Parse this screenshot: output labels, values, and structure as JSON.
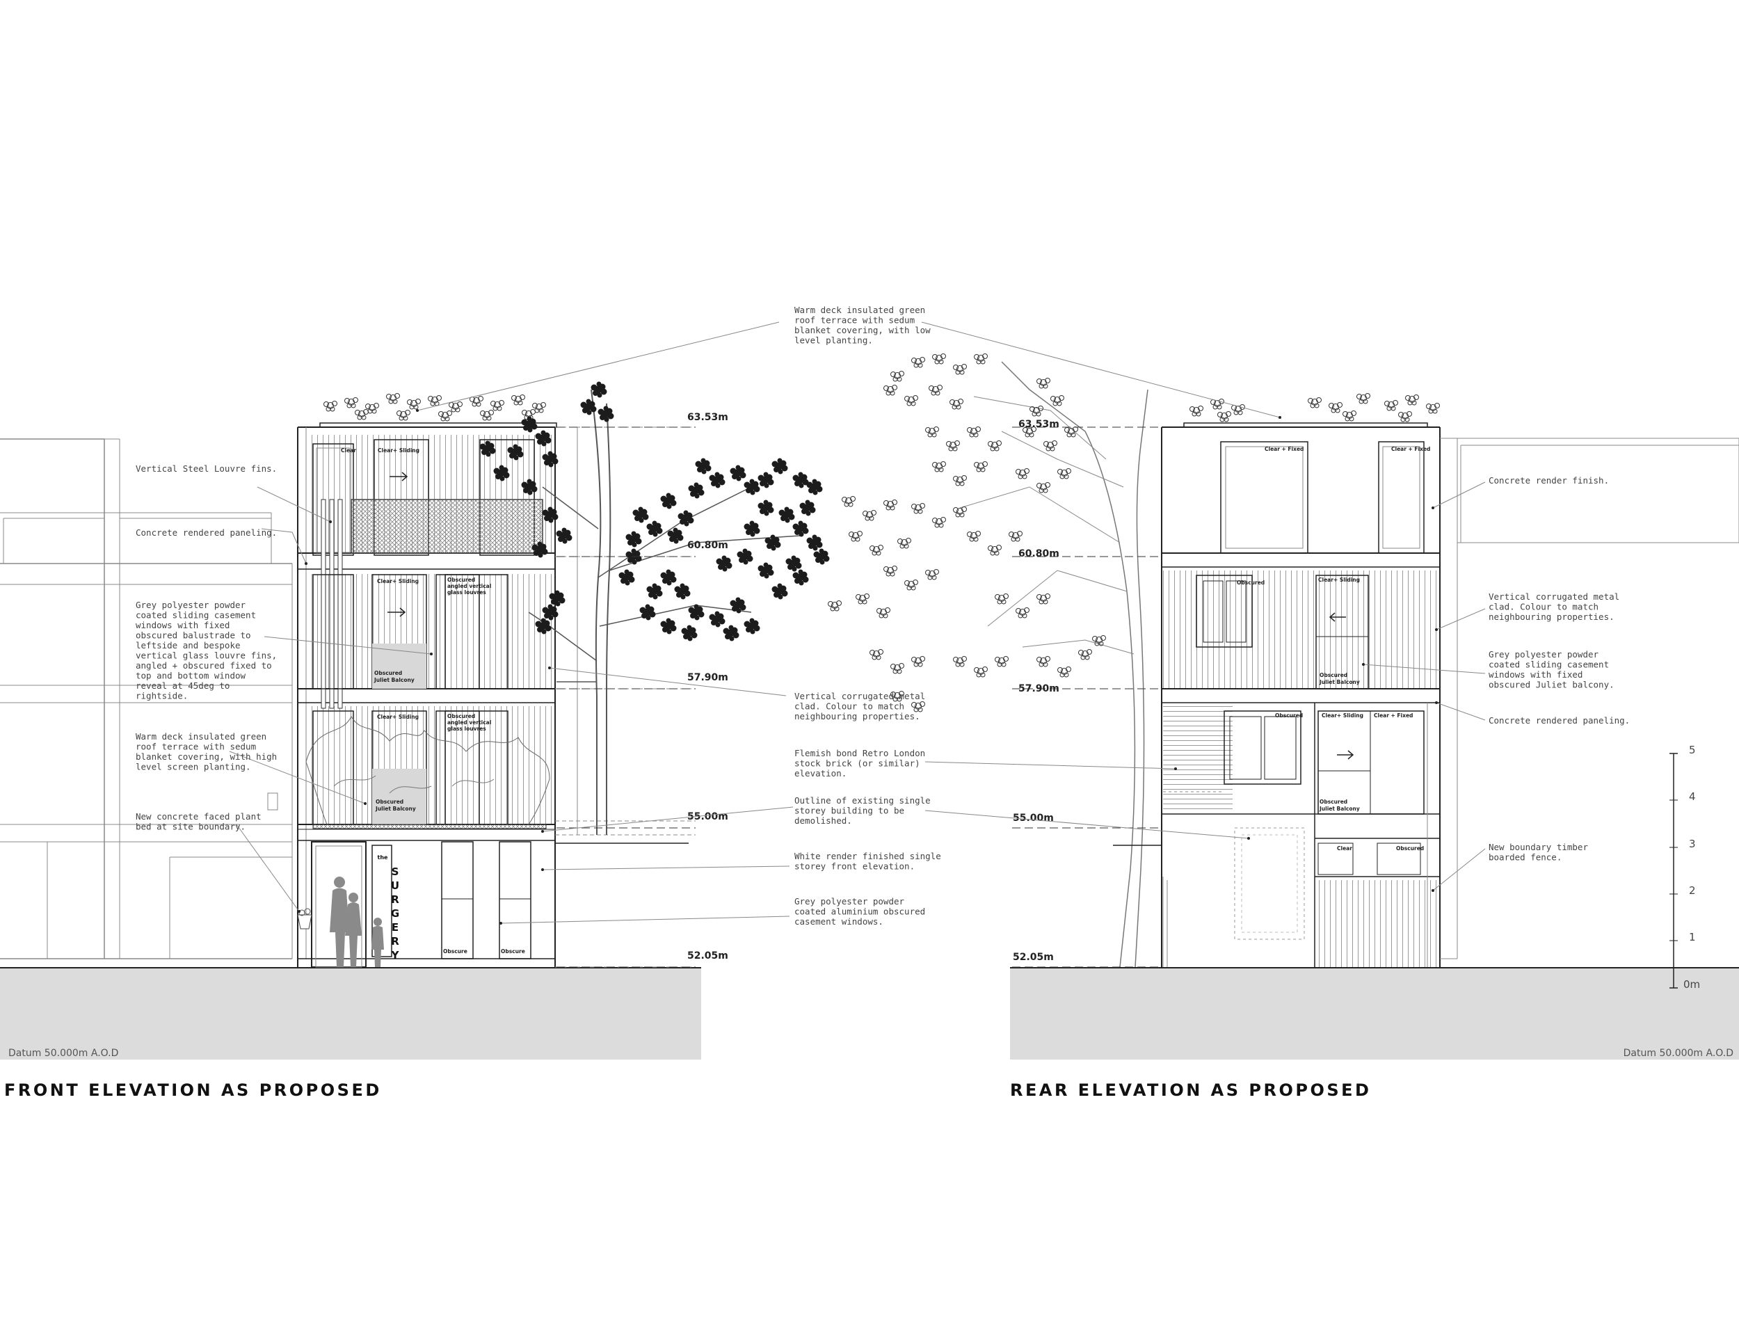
{
  "titles": {
    "front": "FRONT ELEVATION AS PROPOSED",
    "rear": "REAR ELEVATION AS PROPOSED"
  },
  "datum": {
    "front": "Datum  50.000m  A.O.D",
    "rear": "Datum  50.000m  A.O.D"
  },
  "levels": [
    "63.53m",
    "60.80m",
    "57.90m",
    "55.00m",
    "52.05m"
  ],
  "scale_bar": [
    "5",
    "4",
    "3",
    "2",
    "1",
    "0m"
  ],
  "signage": {
    "the": "the",
    "letters": [
      "S",
      "U",
      "R",
      "G",
      "E",
      "R",
      "Y"
    ]
  },
  "front_notes": {
    "louvre": [
      "Vertical Steel Louvre fins."
    ],
    "paneling": [
      "Concrete rendered paneling."
    ],
    "windows": [
      "Grey polyester powder",
      "coated sliding casement",
      "windows with fixed",
      "obscured balustrade to",
      "leftside and bespoke",
      "vertical glass louvre fins,",
      "angled + obscured fixed to",
      "top and bottom window",
      "reveal at 45deg to",
      "rightside."
    ],
    "terrace": [
      "Warm deck insulated green",
      "roof terrace with sedum",
      "blanket covering, with high",
      "level screen planting."
    ],
    "plant_bed": [
      "New concrete faced plant",
      "bed at site boundary."
    ]
  },
  "center_notes": {
    "roof": [
      "Warm deck insulated green",
      "roof terrace with sedum",
      "blanket covering, with low",
      "level planting."
    ],
    "corrugated": [
      "Vertical corrugated metal",
      "clad. Colour to match",
      "neighbouring properties."
    ],
    "brick": [
      "Flemish bond Retro London",
      "stock brick (or similar)",
      "elevation."
    ],
    "outline": [
      "Outline of existing single",
      "storey building to be",
      "demolished."
    ],
    "render": [
      "White render finished single",
      "storey front elevation."
    ],
    "casement": [
      "Grey polyester powder",
      "coated aluminium obscured",
      "casement windows."
    ]
  },
  "rear_notes": {
    "render": [
      "Concrete render finish."
    ],
    "corrugated": [
      "Vertical corrugated metal",
      "clad. Colour to match",
      "neighbouring properties."
    ],
    "windows": [
      "Grey polyester powder",
      "coated sliding casement",
      "windows with fixed",
      "obscured Juliet balcony."
    ],
    "paneling": [
      "Concrete rendered paneling."
    ],
    "fence": [
      "New boundary timber",
      "boarded fence."
    ]
  },
  "window_labels": {
    "front": {
      "clear": "Clear",
      "clear_sliding": "Clear+ Sliding",
      "obscured": "Obscured",
      "juliet": "Juliet Balcony",
      "louvres_a": "Obscured",
      "louvres_b": "angled vertical",
      "louvres_c": "glass louvres",
      "obscure": "Obscure"
    },
    "rear": {
      "clear_fixed": "Clear + Fixed",
      "obscured": "Obscured",
      "clear_sliding": "Clear+ Sliding",
      "juliet": "Juliet Balcony",
      "clear": "Clear"
    }
  }
}
